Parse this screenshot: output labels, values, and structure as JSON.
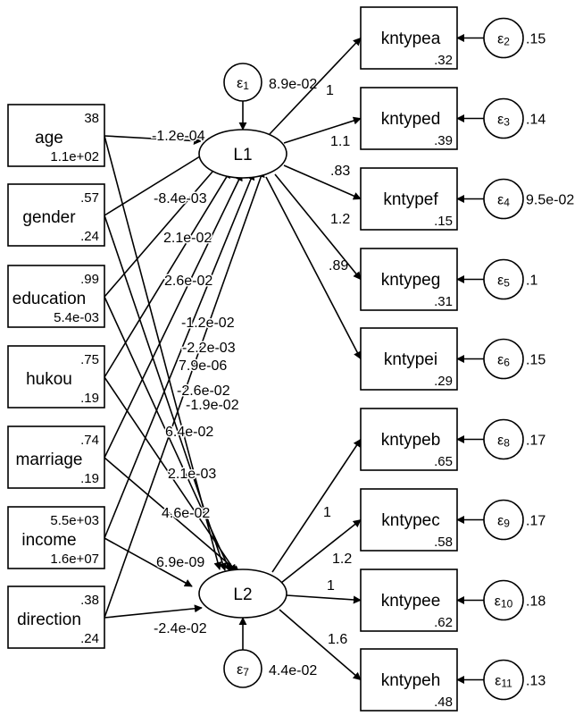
{
  "latents": [
    {
      "id": "L1",
      "label": "L1"
    },
    {
      "id": "L2",
      "label": "L2"
    }
  ],
  "observed_left": [
    {
      "id": "age",
      "label": "age",
      "mean": "38",
      "var": "1.1e+02"
    },
    {
      "id": "gender",
      "label": "gender",
      "mean": ".57",
      "var": ".24"
    },
    {
      "id": "education",
      "label": "education",
      "mean": ".99",
      "var": "5.4e-03"
    },
    {
      "id": "hukou",
      "label": "hukou",
      "mean": ".75",
      "var": ".19"
    },
    {
      "id": "marriage",
      "label": "marriage",
      "mean": ".74",
      "var": ".19"
    },
    {
      "id": "income",
      "label": "income",
      "mean": "5.5e+03",
      "var": "1.6e+07"
    },
    {
      "id": "direction",
      "label": "direction",
      "mean": ".38",
      "var": ".24"
    }
  ],
  "observed_right": [
    {
      "id": "kntypea",
      "label": "kntypea",
      "intercept": ".32",
      "err": "ε2",
      "err_main": "ε",
      "err_sub": "2",
      "err_var": ".15"
    },
    {
      "id": "kntyped",
      "label": "kntyped",
      "intercept": ".39",
      "err": "ε3",
      "err_main": "ε",
      "err_sub": "3",
      "err_var": ".14"
    },
    {
      "id": "kntypef",
      "label": "kntypef",
      "intercept": ".15",
      "err": "ε4",
      "err_main": "ε",
      "err_sub": "4",
      "err_var": "9.5e-02"
    },
    {
      "id": "kntypeg",
      "label": "kntypeg",
      "intercept": ".31",
      "err": "ε5",
      "err_main": "ε",
      "err_sub": "5",
      "err_var": ".1"
    },
    {
      "id": "kntypei",
      "label": "kntypei",
      "intercept": ".29",
      "err": "ε6",
      "err_main": "ε",
      "err_sub": "6",
      "err_var": ".15"
    },
    {
      "id": "kntypeb",
      "label": "kntypeb",
      "intercept": ".65",
      "err": "ε8",
      "err_main": "ε",
      "err_sub": "8",
      "err_var": ".17"
    },
    {
      "id": "kntypec",
      "label": "kntypec",
      "intercept": ".58",
      "err": "ε9",
      "err_main": "ε",
      "err_sub": "9",
      "err_var": ".17"
    },
    {
      "id": "kntypee",
      "label": "kntypee",
      "intercept": ".62",
      "err": "ε10",
      "err_main": "ε",
      "err_sub": "10",
      "err_var": ".18"
    },
    {
      "id": "kntypeh",
      "label": "kntypeh",
      "intercept": ".48",
      "err": "ε11",
      "err_main": "ε",
      "err_sub": "11",
      "err_var": ".13"
    }
  ],
  "latent_errors": [
    {
      "id": "e1",
      "target": "L1",
      "err": "ε1",
      "err_main": "ε",
      "err_sub": "1",
      "err_var": "8.9e-02"
    },
    {
      "id": "e7",
      "target": "L2",
      "err": "ε7",
      "err_main": "ε",
      "err_sub": "7",
      "err_var": "4.4e-02"
    }
  ],
  "paths_to_L1": [
    {
      "from": "age",
      "coef": "-1.2e-04"
    },
    {
      "from": "gender",
      "coef": "-8.4e-03"
    },
    {
      "from": "education",
      "coef": "2.1e-02"
    },
    {
      "from": "hukou",
      "coef": "2.6e-02"
    },
    {
      "from": "marriage",
      "coef": "-1.2e-02"
    },
    {
      "from": "income",
      "coef": "7.9e-06"
    },
    {
      "from": "direction",
      "coef": "-1.9e-02"
    }
  ],
  "paths_to_L2": [
    {
      "from": "age",
      "coef": "-2.2e-03"
    },
    {
      "from": "gender",
      "coef": "-2.6e-02"
    },
    {
      "from": "education",
      "coef": "6.4e-02"
    },
    {
      "from": "hukou",
      "coef": "2.1e-03"
    },
    {
      "from": "marriage",
      "coef": "4.6e-02"
    },
    {
      "from": "income",
      "coef": "6.9e-09"
    },
    {
      "from": "direction",
      "coef": "-2.4e-02"
    }
  ],
  "loadings_L1": [
    {
      "to": "kntypea",
      "coef": "1"
    },
    {
      "to": "kntyped",
      "coef": "1.1"
    },
    {
      "to": "kntypef",
      "coef": ".83"
    },
    {
      "to": "kntypeg",
      "coef": "1.2"
    },
    {
      "to": "kntypei",
      "coef": ".89"
    }
  ],
  "loadings_L2": [
    {
      "to": "kntypeb",
      "coef": "1"
    },
    {
      "to": "kntypec",
      "coef": "1.2"
    },
    {
      "to": "kntypee",
      "coef": "1"
    },
    {
      "to": "kntypeh",
      "coef": "1.6"
    }
  ]
}
